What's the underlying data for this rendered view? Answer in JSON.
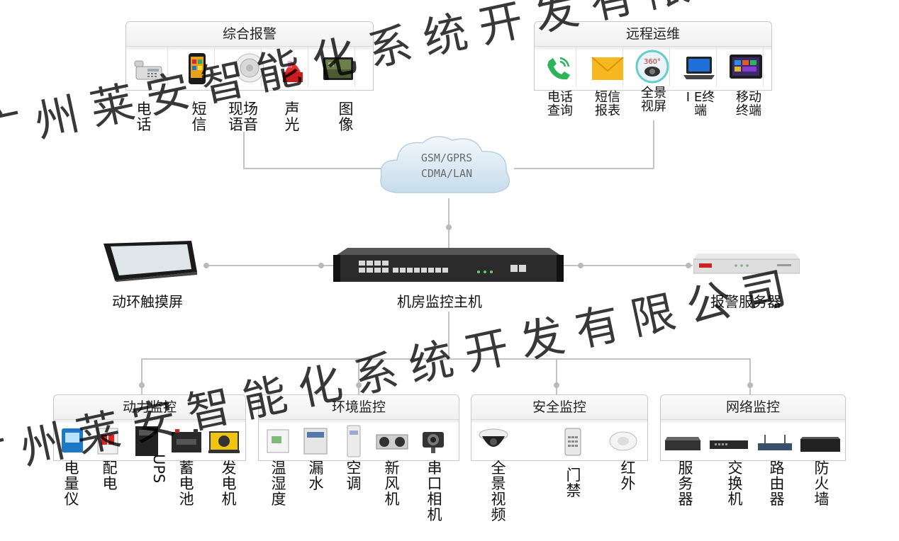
{
  "alarm_panel": {
    "title": "综合报警",
    "items": [
      {
        "label": "电话",
        "icon": "desk-phone-icon"
      },
      {
        "label": "短信",
        "icon": "mobile-phone-icon"
      },
      {
        "label": "现场语音",
        "icon": "speaker-icon"
      },
      {
        "label": "声光",
        "icon": "siren-icon"
      },
      {
        "label": "图像",
        "icon": "monitor-image-icon"
      }
    ]
  },
  "remote_panel": {
    "title": "远程运维",
    "items": [
      {
        "label": "电话查询",
        "icon": "phone-call-icon"
      },
      {
        "label": "短信报表",
        "icon": "envelope-icon"
      },
      {
        "label": "全景视屏",
        "icon": "panoramic-camera-icon"
      },
      {
        "label": "I E终端",
        "icon": "laptop-icon"
      },
      {
        "label": "移动终端",
        "icon": "tablet-icon"
      }
    ]
  },
  "cloud": {
    "line1": "GSM/GPRS",
    "line2": "CDMA/LAN"
  },
  "devices": {
    "touch_screen": "动环触摸屏",
    "host": "机房监控主机",
    "alarm_server": "报警服务器"
  },
  "bottom_panels": [
    {
      "title": "动力监控",
      "items": [
        {
          "label": "电量仪",
          "icon": "meter-icon"
        },
        {
          "label": "配电",
          "icon": "breaker-icon"
        },
        {
          "label": "UPS",
          "icon": "ups-icon"
        },
        {
          "label": "蓄电池",
          "icon": "battery-icon"
        },
        {
          "label": "发电机",
          "icon": "generator-icon"
        }
      ]
    },
    {
      "title": "环境监控",
      "items": [
        {
          "label": "温湿度",
          "icon": "thermo-sensor-icon"
        },
        {
          "label": "漏水",
          "icon": "leak-sensor-icon"
        },
        {
          "label": "空调",
          "icon": "air-conditioner-icon"
        },
        {
          "label": "新风机",
          "icon": "fresh-air-icon"
        },
        {
          "label": "串口相机",
          "icon": "serial-camera-icon"
        }
      ]
    },
    {
      "title": "安全监控",
      "items": [
        {
          "label": "全景视频",
          "icon": "dome-camera-icon"
        },
        {
          "label": "门禁",
          "icon": "keypad-icon"
        },
        {
          "label": "红外",
          "icon": "infrared-sensor-icon"
        }
      ]
    },
    {
      "title": "网络监控",
      "items": [
        {
          "label": "服务器",
          "icon": "server-icon"
        },
        {
          "label": "交换机",
          "icon": "switch-icon"
        },
        {
          "label": "路由器",
          "icon": "router-icon"
        },
        {
          "label": "防火墙",
          "icon": "firewall-icon"
        }
      ]
    }
  ],
  "watermark": [
    "广州莱安智能化系统开发有限公司"
  ]
}
